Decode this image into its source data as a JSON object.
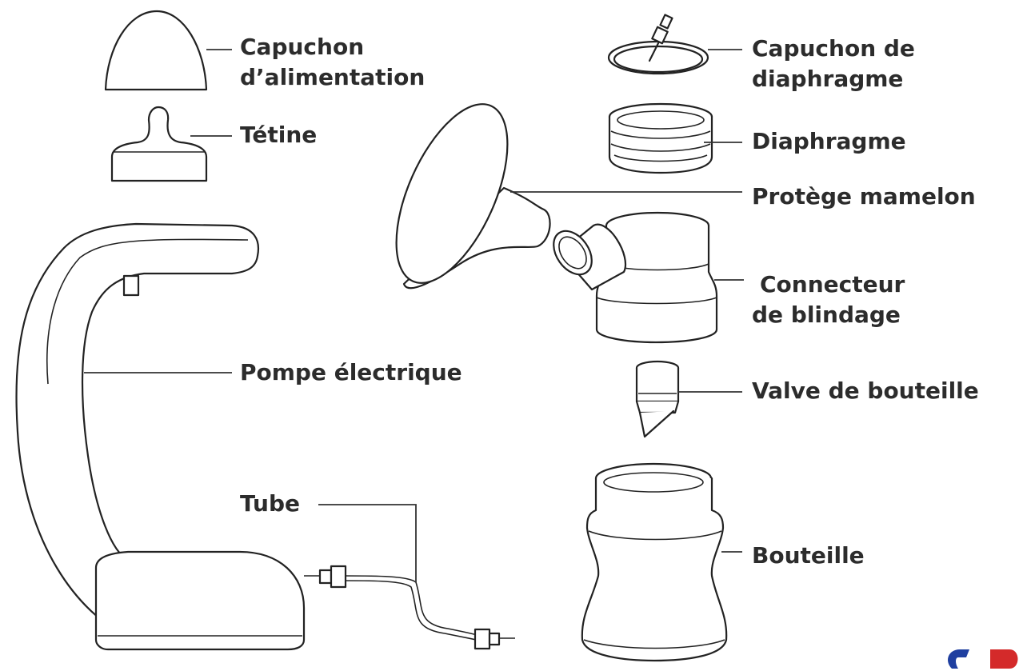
{
  "labels": {
    "capuchon_alimentation": [
      "Capuchon",
      "d’alimentation"
    ],
    "tetine": "Tétine",
    "pompe": "Pompe électrique",
    "tube": "Tube",
    "capuchon_diaphragme": [
      "Capuchon de",
      "diaphragme"
    ],
    "diaphragme": "Diaphragme",
    "protege": "Protège mamelon",
    "connecteur": [
      "Connecteur",
      "de blindage"
    ],
    "valve": "Valve de bouteille",
    "bouteille": "Bouteille"
  },
  "colors": {
    "line": "#222222",
    "text": "#2c2c2c",
    "logo_blue": "#1f3fa0",
    "logo_red": "#d42a2a"
  }
}
